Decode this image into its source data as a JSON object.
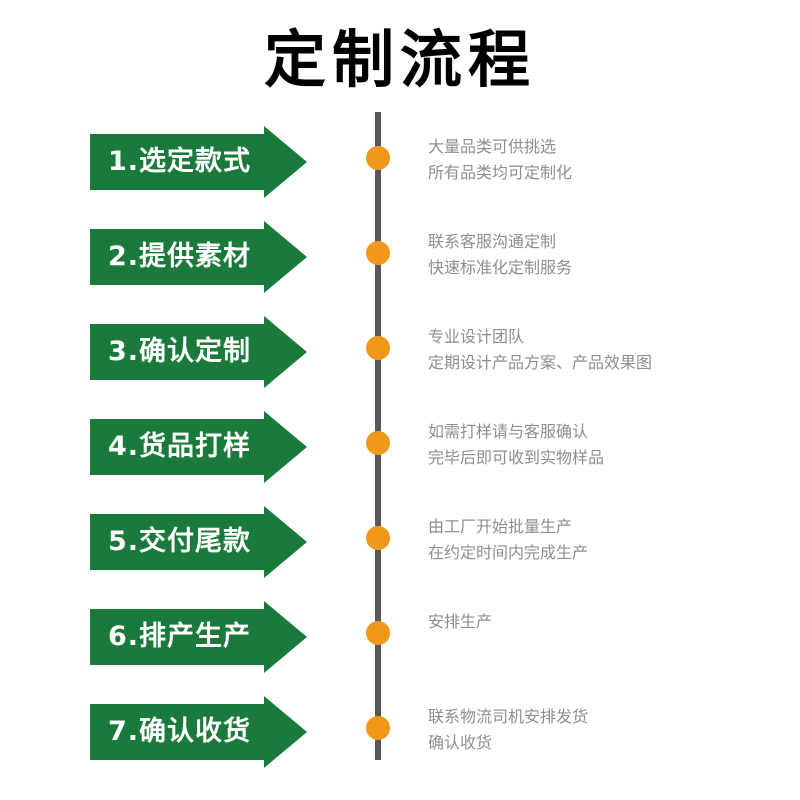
{
  "title": "定制流程",
  "colors": {
    "arrow_green": "#1a7a3c",
    "dot_orange": "#f09819",
    "timeline_gray": "#58585a",
    "desc_gray": "#8e8e8e",
    "title_black": "#000000",
    "background": "#ffffff"
  },
  "timeline": {
    "dot_count": 7
  },
  "steps": [
    {
      "number": "1.",
      "label": "1.选定款式",
      "desc_lines": [
        "大量品类可供挑选",
        "所有品类均可定制化"
      ]
    },
    {
      "number": "2.",
      "label": "2.提供素材",
      "desc_lines": [
        "联系客服沟通定制",
        "快速标准化定制服务"
      ]
    },
    {
      "number": "3.",
      "label": "3.确认定制",
      "desc_lines": [
        "专业设计团队",
        "定期设计产品方案、产品效果图"
      ]
    },
    {
      "number": "4.",
      "label": "4.货品打样",
      "desc_lines": [
        "如需打样请与客服确认",
        "完毕后即可收到实物样品"
      ]
    },
    {
      "number": "5.",
      "label": "5.交付尾款",
      "desc_lines": [
        "由工厂开始批量生产",
        "在约定时间内完成生产"
      ]
    },
    {
      "number": "6.",
      "label": "6.排产生产",
      "desc_lines": [
        "安排生产"
      ]
    },
    {
      "number": "7.",
      "label": "7.确认收货",
      "desc_lines": [
        "联系物流司机安排发货",
        "确认收货"
      ]
    }
  ]
}
